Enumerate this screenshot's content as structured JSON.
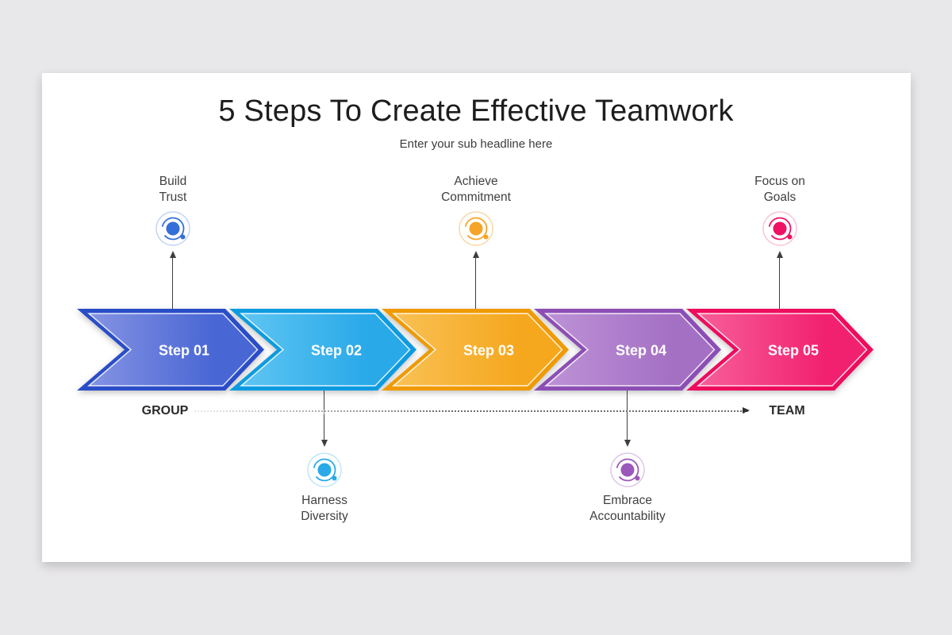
{
  "slide": {
    "title": "5 Steps To Create Effective Teamwork",
    "subtitle": "Enter your sub headline here"
  },
  "flow": {
    "from_label": "GROUP",
    "to_label": "TEAM"
  },
  "theme": {
    "page_background": "#e8e7e9",
    "slide_background": "#ffffff"
  },
  "steps": [
    {
      "label": "Step 01",
      "heading_line1": "Build",
      "heading_line2": "Trust",
      "placement": "top",
      "color": "#4866d4",
      "color_dark": "#2a4dc8",
      "color_light": "#8593e3",
      "icon_color": "#356fd8",
      "icon_faint": "#c4d4f3"
    },
    {
      "label": "Step 02",
      "heading_line1": "Harness",
      "heading_line2": "Diversity",
      "placement": "bottom",
      "color": "#29a9e8",
      "color_dark": "#0d9be0",
      "color_light": "#5fc5f2",
      "icon_color": "#29a9e8",
      "icon_faint": "#c0e6f8"
    },
    {
      "label": "Step 03",
      "heading_line1": "Achieve",
      "heading_line2": "Commitment",
      "placement": "top",
      "color": "#f5a71d",
      "color_dark": "#f09a04",
      "color_light": "#f9c155",
      "icon_color": "#f5a427",
      "icon_faint": "#f7d9a6"
    },
    {
      "label": "Step 04",
      "heading_line1": "Embrace",
      "heading_line2": "Accountability",
      "placement": "bottom",
      "color": "#a470c4",
      "color_dark": "#8c4eb5",
      "color_light": "#bd92d6",
      "icon_color": "#9b58ba",
      "icon_faint": "#ddc6e9"
    },
    {
      "label": "Step 05",
      "heading_line1": "Focus on",
      "heading_line2": "Goals",
      "placement": "top",
      "color": "#f22170",
      "color_dark": "#ee0c5d",
      "color_light": "#f75f99",
      "icon_color": "#ee1164",
      "icon_faint": "#f7c3d9"
    }
  ]
}
